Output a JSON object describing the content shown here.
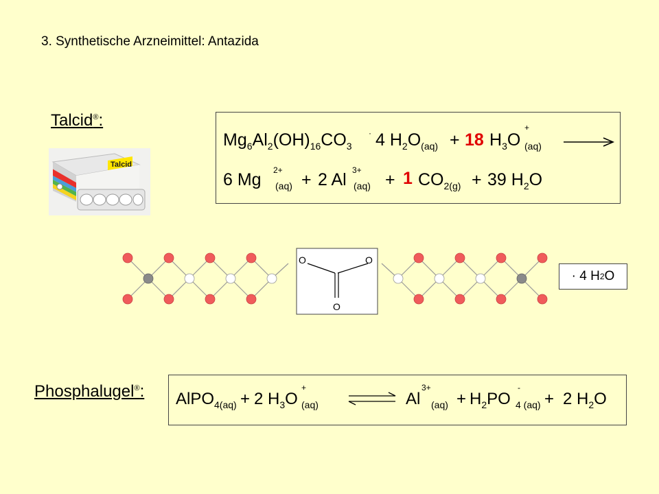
{
  "slide": {
    "title": "3. Synthetische Arzneimittel: Antazida"
  },
  "talcid": {
    "label": "Talcid",
    "trademark": "®",
    "colon": ":",
    "product_brand": "Talcid",
    "equation_line1": {
      "formula_mg": "Mg",
      "sub_6": "6",
      "formula_al": "Al",
      "sub_2": "2",
      "formula_oh": "(OH)",
      "sub_16": "16",
      "formula_co": "CO",
      "sub_3": "3",
      "dot": "·",
      "water_coef": "4 H",
      "water_sub": "2",
      "water_o": "O",
      "aq1": "(aq)",
      "plus": "+",
      "hydronium_coef": "18",
      "hydronium_h": "H",
      "hydronium_sub": "3",
      "hydronium_o": "O",
      "hydronium_charge": "+",
      "aq2": "(aq)"
    },
    "equation_line2": {
      "mg_coef": "6 Mg",
      "mg_charge": "2+",
      "aq1": "(aq)",
      "plus1": "+",
      "al_coef": "2 Al",
      "al_charge": "3+",
      "aq2": "(aq)",
      "plus2": "+",
      "co2_coef": "1",
      "co2": "CO",
      "co2_sub": "2(g)",
      "plus3": "+",
      "water": "39 H",
      "water_sub": "2",
      "water_o": "O"
    }
  },
  "structure": {
    "carbonate_o_left": "O",
    "carbonate_o_right": "O",
    "carbonate_o_bottom": "O",
    "water_dot": "·",
    "water_text": "4 H",
    "water_sub": "2",
    "water_o": "O"
  },
  "phosphalugel": {
    "label": "Phosphalugel",
    "trademark": "®",
    "colon": ":",
    "equation": {
      "alpo": "AlPO",
      "alpo_sub": "4(aq)",
      "plus1": "+",
      "hydronium": "2 H",
      "hydronium_sub": "3",
      "hydronium_o": "O",
      "hydronium_charge": "+",
      "aq1": "(aq)",
      "al": "Al",
      "al_charge": "3+",
      "aq2": "(aq)",
      "plus2": "+",
      "h2po": "H",
      "h2po_sub": "2",
      "h2po_po": "PO",
      "h2po_charge": "-",
      "h2po_sub2": "4 (aq)",
      "plus3": "+",
      "water": "2 H",
      "water_sub": "2",
      "water_o": "O"
    }
  },
  "colors": {
    "background": "#ffffcc",
    "red_coefficient": "#e00000",
    "red_atom": "#f05b5b",
    "grey_atom": "#8a8a8a",
    "white_atom": "#ffffff"
  }
}
